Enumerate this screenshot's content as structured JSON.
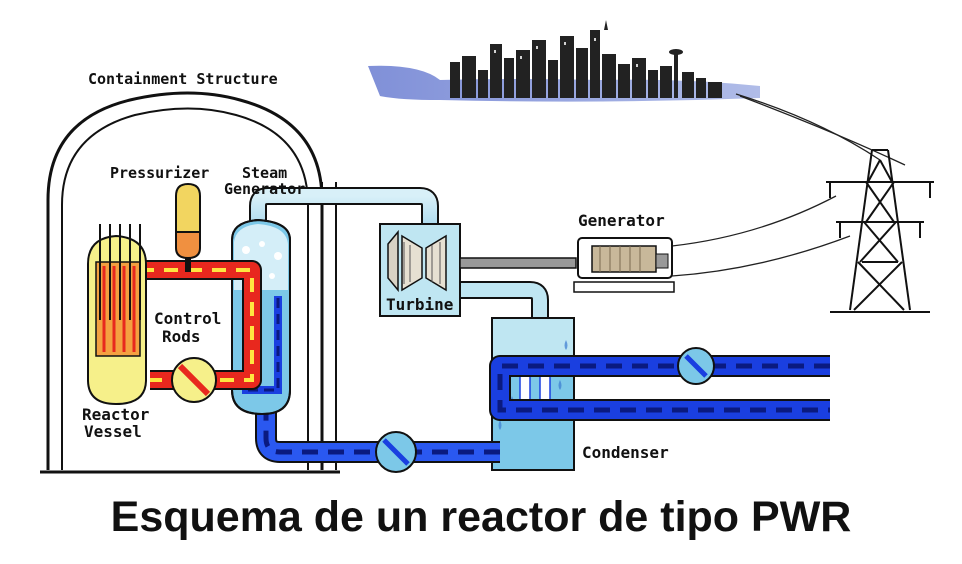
{
  "labels": {
    "containment": "Containment Structure",
    "pressurizer": "Pressurizer",
    "steam_generator_line1": "Steam",
    "steam_generator_line2": "Generator",
    "control_rods_line1": "Control",
    "control_rods_line2": "Rods",
    "reactor_vessel_line1": "Reactor",
    "reactor_vessel_line2": "Vessel",
    "turbine": "Turbine",
    "generator": "Generator",
    "condenser": "Condenser"
  },
  "caption": "Esquema de un reactor de tipo PWR",
  "colors": {
    "hot_loop": "#e8281e",
    "hot_dash": "#ffe640",
    "cold_loop": "#1a3fe0",
    "cold_dash": "#0a1a80",
    "steam": "#bfe6f2",
    "water": "#7cc8e8",
    "reactor_body": "#f6f08a",
    "core": "#f4a040",
    "pressurizer": "#f2d560",
    "pressurizer_base": "#f09040",
    "city_sky": "#7a8cd8",
    "outline": "#111111"
  }
}
